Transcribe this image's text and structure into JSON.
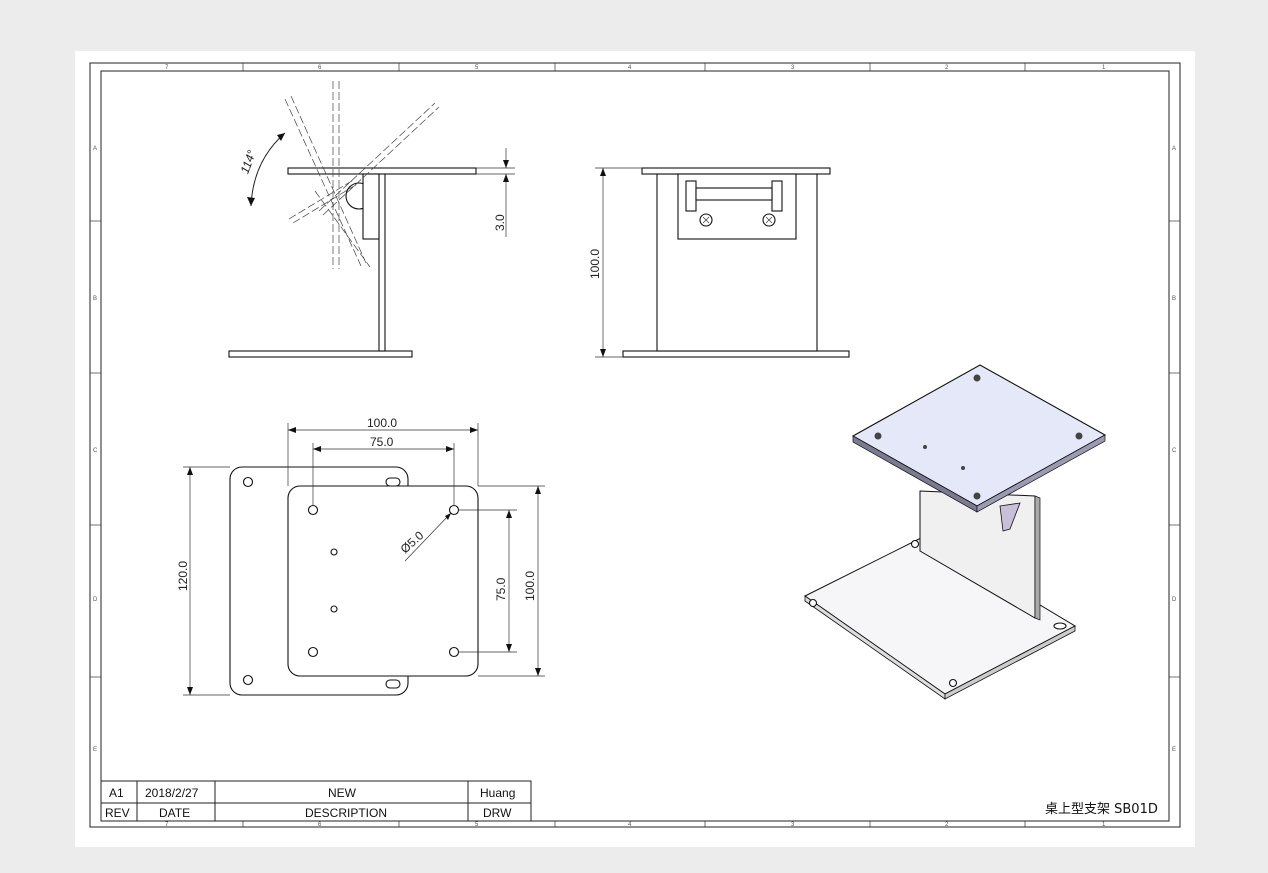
{
  "zones": {
    "columns": [
      "7",
      "6",
      "5",
      "4",
      "3",
      "2",
      "1"
    ],
    "rows": [
      "A",
      "B",
      "C",
      "D",
      "E"
    ]
  },
  "dimensions": {
    "angle": "114°",
    "thickness": "3.0",
    "height": "100.0",
    "width_total": "100.0",
    "hole_pitch_h": "75.0",
    "hole_dia": "Ø5.0",
    "base_length": "120.0",
    "hole_pitch_v": "75.0",
    "plate_height": "100.0"
  },
  "revision_table": {
    "rows": [
      {
        "rev": "A1",
        "date": "2018/2/27",
        "description": "NEW",
        "drw": "Huang"
      }
    ],
    "headers": {
      "rev": "REV",
      "date": "DATE",
      "description": "DESCRIPTION",
      "drw": "DRW"
    }
  },
  "title": "桌上型支架 SB01D",
  "colors": {
    "sheet": "#ffffff",
    "background": "#ececec",
    "iso_plate": "#e4e8f8"
  }
}
